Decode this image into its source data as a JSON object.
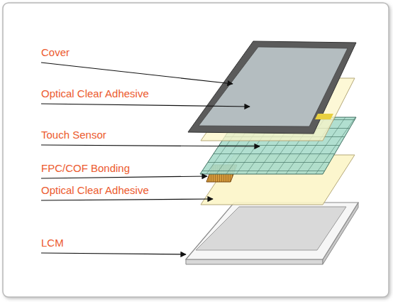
{
  "diagram": {
    "labels": [
      "Cover",
      "Optical Clear Adhesive",
      "Touch Sensor",
      "FPC/COF Bonding",
      "Optical Clear Adhesive",
      "LCM"
    ]
  }
}
